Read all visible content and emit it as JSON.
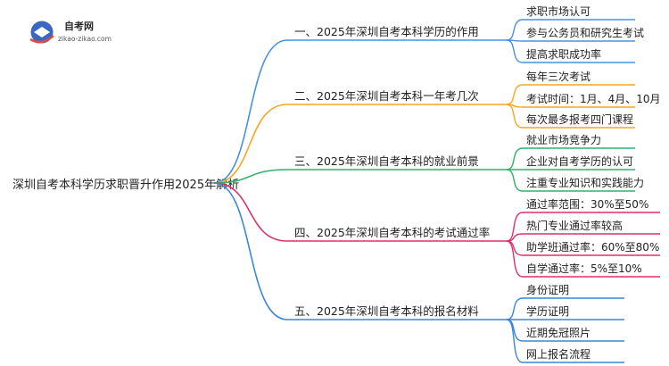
{
  "logo": {
    "title": "自考网",
    "url": "zikao-zikao.com"
  },
  "root": "深圳自考本科学历求职晋升作用2025年解析",
  "branches": [
    {
      "label": "一、2025年深圳自考本科学历的作用",
      "color": "#4a90e2",
      "leaves": [
        "求职市场认可",
        "参与公务员和研究生考试",
        "提高求职成功率"
      ]
    },
    {
      "label": "二、2025年深圳自考本科一年考几次",
      "color": "#f5a623",
      "leaves": [
        "每年三次考试",
        "考试时间：1月、4月、10月",
        "每次最多报考四门课程"
      ]
    },
    {
      "label": "三、2025年深圳自考本科的就业前景",
      "color": "#2fb36b",
      "leaves": [
        "就业市场竞争力",
        "企业对自考学历的认可",
        "注重专业知识和实践能力"
      ]
    },
    {
      "label": "四、2025年深圳自考本科的考试通过率",
      "color": "#e0306b",
      "leaves": [
        "通过率范围：30%至50%",
        "热门专业通过率较高",
        "助学班通过率：60%至80%",
        "自学通过率：5%至10%"
      ]
    },
    {
      "label": "五、2025年深圳自考本科的报名材料",
      "color": "#3b86d9",
      "leaves": [
        "身份证明",
        "学历证明",
        "近期免冠照片",
        "网上报名流程"
      ]
    }
  ]
}
